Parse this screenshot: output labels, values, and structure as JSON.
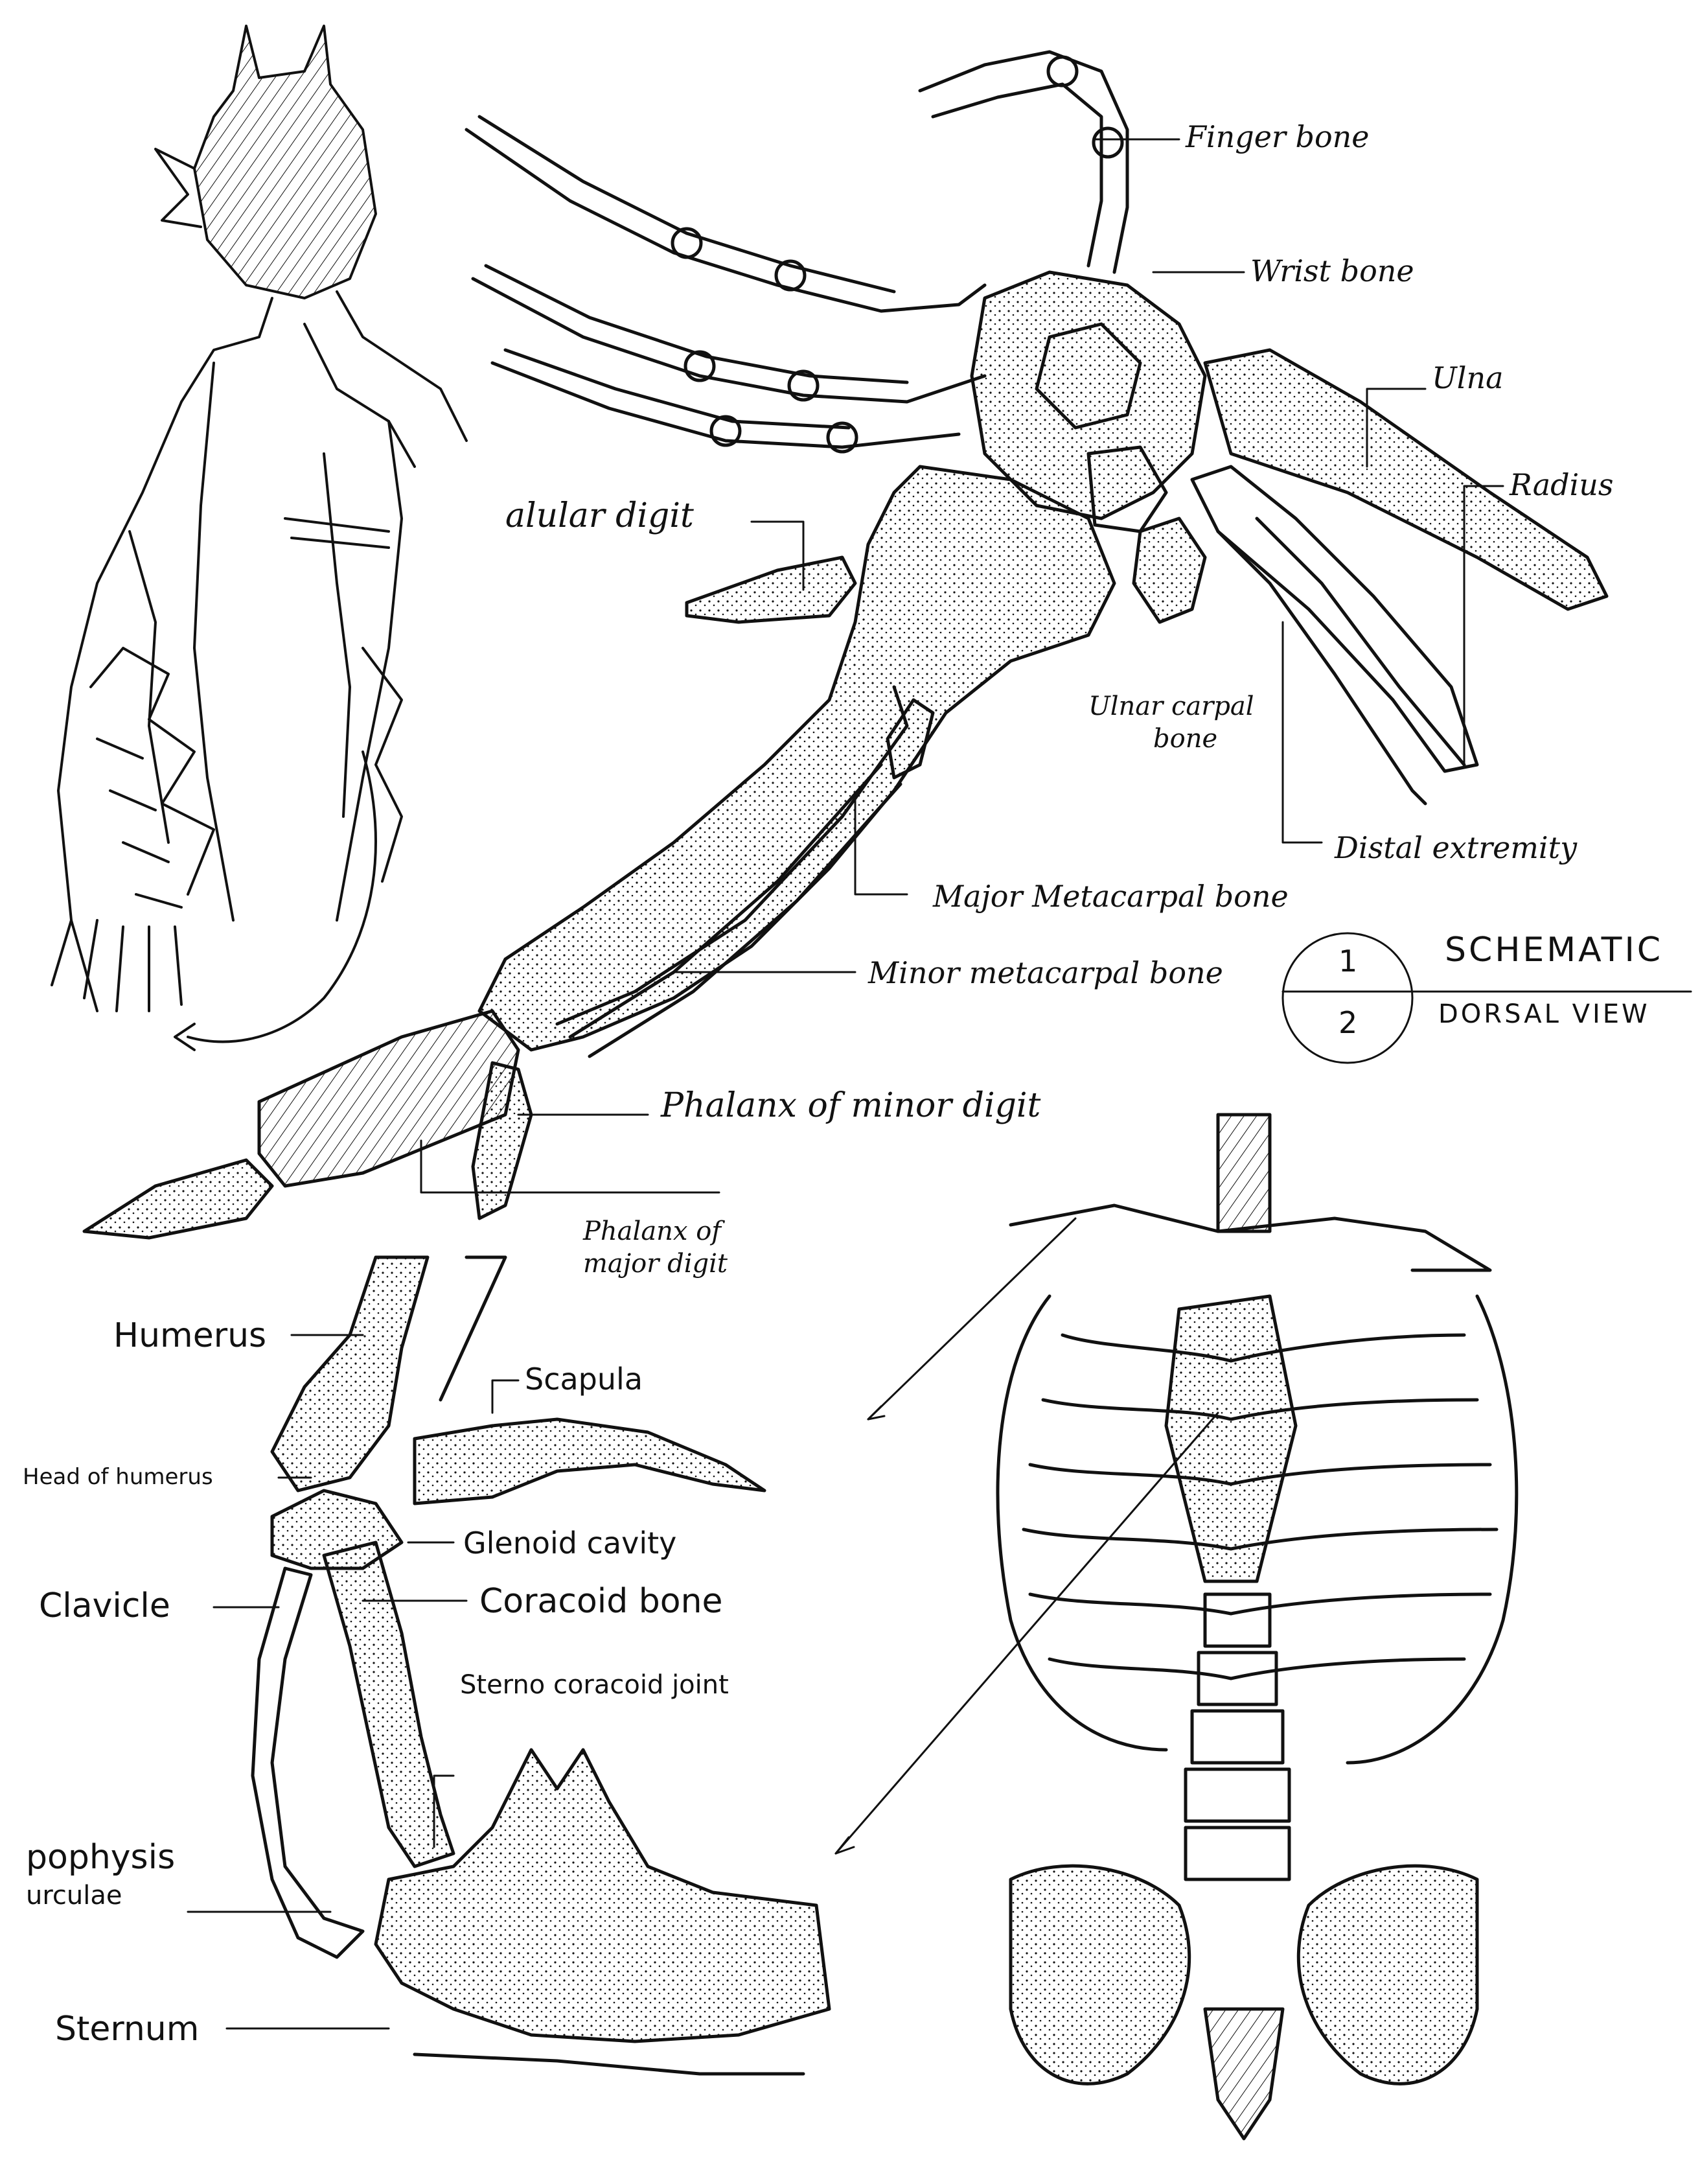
{
  "colors": {
    "ink": "#111111",
    "paper": "#ffffff"
  },
  "labels": {
    "finger_bone": "Finger bone",
    "wrist_bone": "Wrist bone",
    "ulna": "Ulna",
    "radius": "Radius",
    "alular_digit": "alular digit",
    "ulnar_carpal_bone_line1": "Ulnar carpal",
    "ulnar_carpal_bone_line2": "bone",
    "distal_extremity": "Distal extremity",
    "major_metacarpal_bone": "Major Metacarpal bone",
    "minor_metacarpal_bone": "Minor metacarpal bone",
    "phalanx_minor_digit": "Phalanx of minor digit",
    "phalanx_major_digit_line1": "Phalanx of",
    "phalanx_major_digit_line2": "major digit",
    "humerus": "Humerus",
    "scapula": "Scapula",
    "head_of_humerus": "Head of humerus",
    "glenoid_cavity": "Glenoid cavity",
    "clavicle": "Clavicle",
    "coracoid_bone": "Coracoid bone",
    "sternocoracoid_joint": "Sterno coracoid joint",
    "apophysis_line1": "pophysis",
    "apophysis_line2": "urculae",
    "sternum": "Sternum"
  },
  "schematic": {
    "title": "SCHEMATIC",
    "subtitle": "DORSAL VIEW",
    "number_top": "1",
    "number_bottom": "2"
  }
}
